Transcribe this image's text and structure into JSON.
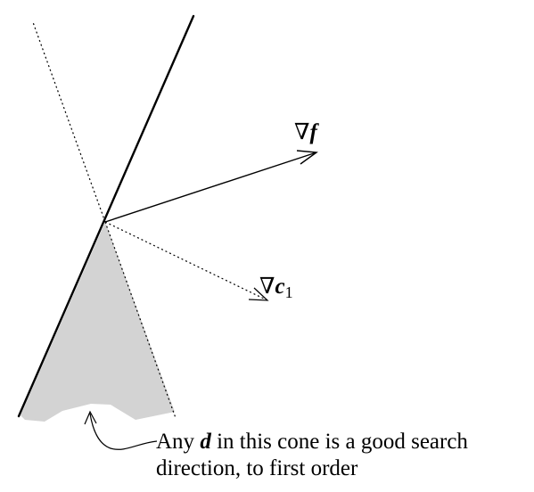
{
  "labels": {
    "grad_f_symbol": "∇",
    "grad_f_var": "f",
    "grad_c_symbol": "∇",
    "grad_c_var": "c",
    "grad_c_subscript": "1",
    "caption_prefix": "Any ",
    "caption_var": "d",
    "caption_line1_rest": " in this cone is a good search",
    "caption_line2": "direction, to first order"
  },
  "colors": {
    "cone_fill": "#d3d3d3",
    "stroke": "#000000",
    "background": "#ffffff"
  }
}
